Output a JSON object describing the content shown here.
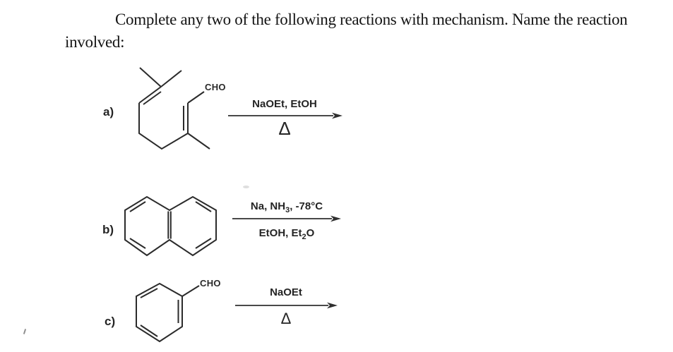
{
  "header": {
    "line1": "Complete any two of the following reactions with mechanism. Name the reaction",
    "line2": "involved:"
  },
  "ink_color": "#2b2b2b",
  "reactions": {
    "a": {
      "label": "a)",
      "molecule": "citral (3,7-dimethylocta-2,6-dienal) skeletal structure",
      "cho_label": "CHO",
      "reagent_above": "NaOEt, EtOH",
      "heat_symbol": "Δ"
    },
    "b": {
      "label": "b)",
      "molecule": "naphthalene skeletal structure",
      "reagent_above": {
        "pre": "Na, NH",
        "sub": "3",
        "post": ", -78°C"
      },
      "reagent_below": {
        "pre": "EtOH, Et",
        "sub": "2",
        "post": "O"
      }
    },
    "c": {
      "label": "c)",
      "molecule": "benzaldehyde skeletal structure",
      "cho_label": "CHO",
      "reagent_above": "NaOEt",
      "heat_symbol": "Δ"
    }
  }
}
